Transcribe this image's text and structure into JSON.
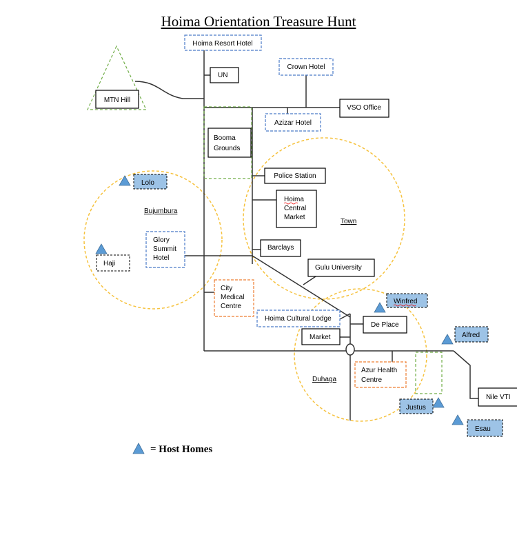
{
  "title": "Hoima Orientation Treasure Hunt",
  "places": {
    "hoima_resort_hotel": "Hoima Resort Hotel",
    "un": "UN",
    "crown_hotel": "Crown Hotel",
    "mtn_hill": "MTN Hill",
    "vso_office": "VSO Office",
    "azizar_hotel": "Azizar Hotel",
    "booma_grounds": [
      "Booma",
      "Grounds"
    ],
    "police_station": "Police Station",
    "hoima_central_market": [
      "Hoima",
      "Central",
      "Market"
    ],
    "glory_summit_hotel": [
      "Glory",
      "Summit",
      "Hotel"
    ],
    "barclays": "Barclays",
    "gulu_university": "Gulu University",
    "city_medical_centre": [
      "City",
      "Medical",
      "Centre"
    ],
    "hoima_cultural_lodge": "Hoima Cultural Lodge",
    "de_place": "De Place",
    "market": "Market",
    "azur_health_centre": [
      "Azur Health",
      "Centre"
    ],
    "nile_vti": "Nile VTI"
  },
  "areas": {
    "bujumbura": "Bujumbura",
    "town": "Town",
    "duhaga": "Duhaga"
  },
  "host_homes": {
    "lolo": "Lolo",
    "haji": "Haji",
    "winfred": "Winfred",
    "alfred": "Alfred",
    "justus": "Justus",
    "esau": "Esau"
  },
  "legend": {
    "label": "= Host Homes"
  },
  "colors": {
    "blue_dash": "#4a7ac8",
    "green_dash": "#70ad47",
    "orange_dash": "#ed7d31",
    "yellow_dash": "#f6c23e",
    "host_fill": "#9dc3e6",
    "triangle": "#5b9bd5"
  }
}
